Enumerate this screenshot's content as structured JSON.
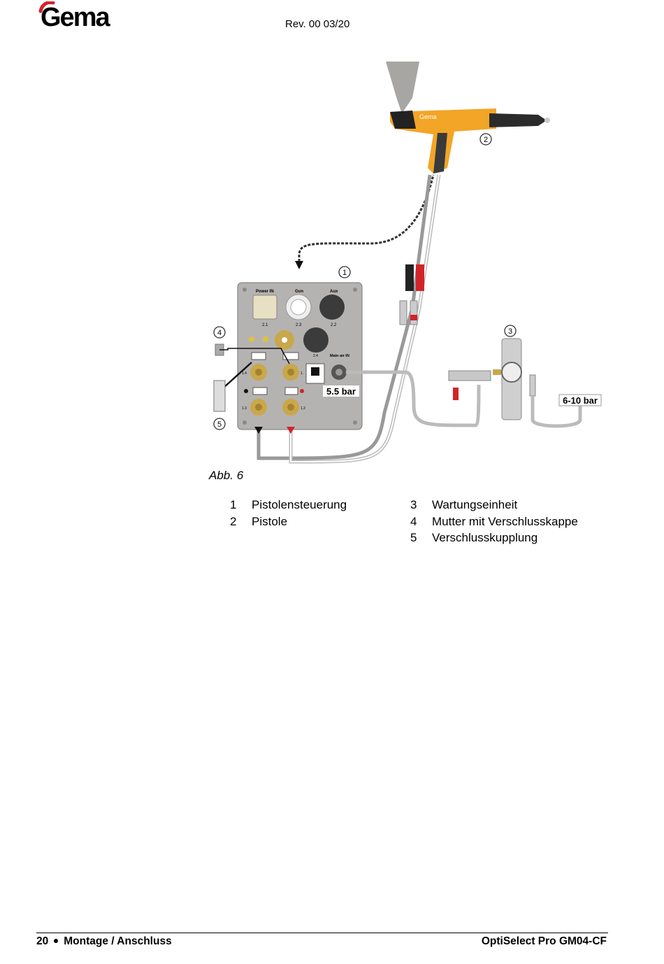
{
  "header": {
    "logo_text": "Gema",
    "revision": "Rev. 00  03/20"
  },
  "figure": {
    "callouts": [
      "1",
      "2",
      "3",
      "4",
      "5"
    ],
    "panel_labels": {
      "power_in": "Power IN",
      "gun": "Gun",
      "aux": "Aux",
      "label_2_1": "2.1",
      "label_2_3": "2.3",
      "label_2_2": "2.2",
      "label_2_4": "2.4",
      "label_1_4": "1.4",
      "label_1_3": "1.3",
      "label_1_2": "1.2",
      "label_1_1": "1.",
      "main_air_in": "Main air IN",
      "pressure_display": "5.5 bar"
    },
    "gun_brand": "Gema",
    "supply_pressure": "6-10 bar",
    "caption": "Abb. 6"
  },
  "legend": [
    {
      "number": "1",
      "label": "Pistolensteuerung"
    },
    {
      "number": "2",
      "label": "Pistole"
    },
    {
      "number": "3",
      "label": "Wartungseinheit"
    },
    {
      "number": "4",
      "label": "Mutter mit Verschlusskappe"
    },
    {
      "number": "5",
      "label": "Verschlusskupplung"
    }
  ],
  "footer": {
    "page_number": "20",
    "section": "Montage / Anschluss",
    "document_title": "OptiSelect Pro GM04-CF"
  },
  "colors": {
    "brand_red": "#d2232a",
    "panel_gray": "#b5b3b1",
    "gun_orange": "#f2a527",
    "brass": "#c9a74a"
  }
}
